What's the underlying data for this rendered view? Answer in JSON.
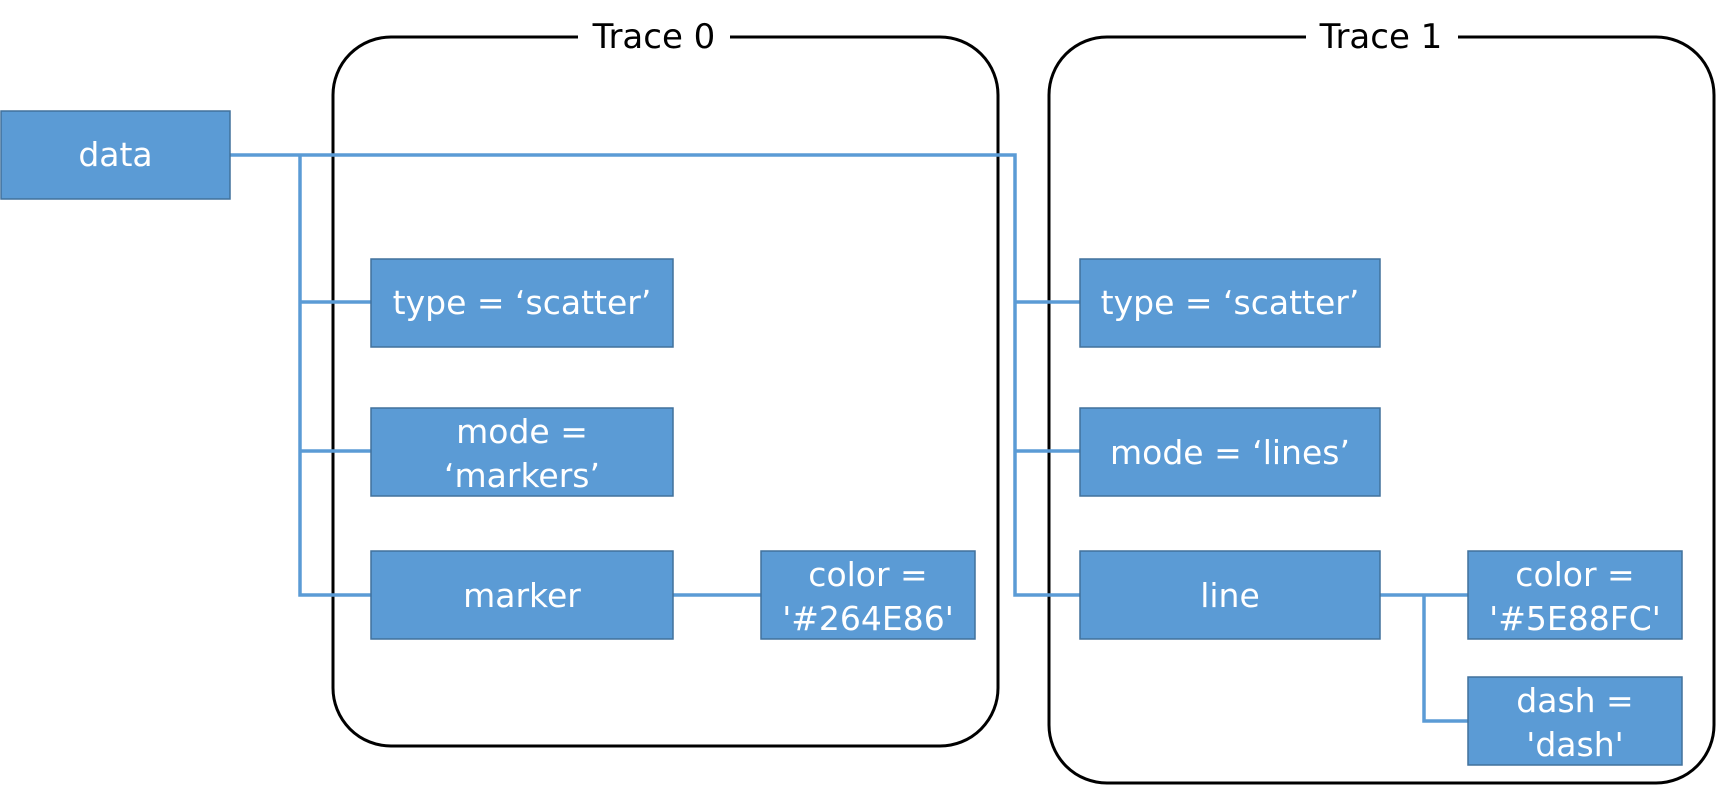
{
  "colors": {
    "node_fill": "#5b9bd5",
    "node_text": "#ffffff",
    "connector": "#5b9bd5",
    "frame": "#000000"
  },
  "root": {
    "label": "data"
  },
  "traces": [
    {
      "title": "Trace 0",
      "type": {
        "label": "type = ‘scatter’"
      },
      "mode": {
        "lines": [
          "mode =",
          "‘markers’"
        ]
      },
      "style": {
        "label": "marker"
      },
      "style_children": [
        {
          "lines": [
            "color =",
            "'#264E86'"
          ]
        }
      ]
    },
    {
      "title": "Trace 1",
      "type": {
        "label": "type = ‘scatter’"
      },
      "mode": {
        "label": "mode = ‘lines’"
      },
      "style": {
        "label": "line"
      },
      "style_children": [
        {
          "lines": [
            "color =",
            "'#5E88FC'"
          ]
        },
        {
          "lines": [
            "dash =",
            "'dash'"
          ]
        }
      ]
    }
  ]
}
